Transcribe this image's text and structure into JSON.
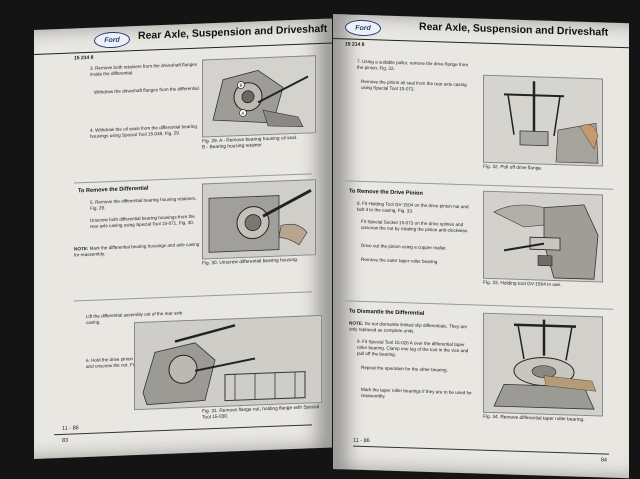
{
  "left_page": {
    "logo": "Ford",
    "header_title": "Rear Axle, Suspension and Driveshaft",
    "code": "15 214 8",
    "steps": [
      "3. Remove both retainers from the driveshaft flanges inside the differential.",
      "Withdraw the driveshaft flanges from the differential.",
      "4. Withdraw the oil seals from the differential bearing housings using Special Tool 15-048, Fig. 29."
    ],
    "fig29_labels": {
      "a": "A",
      "b": "B"
    },
    "fig29_caption": "Fig. 29.   A - Remove bearing housing oil seal.\n               B - Bearing housing retainer",
    "section_differential": "To Remove the Differential",
    "steps_differential": [
      "5. Remove the differential bearing housing retainers, Fig. 29.",
      "Unscrew both differential bearing housings from the rear axle casing using Special Tool 15-071, Fig. 30."
    ],
    "note_label": "NOTE:",
    "note_text": "Mark the differential bearing housings and axle casing for reassembly.",
    "fig30_caption": "Fig. 30.   Unscrew differential bearing housing.",
    "step_lift": "Lift the differential assembly out of the rear axle casing.",
    "step_6": "6. Hold the drive pinion flange with Special Tool 15-030 and unscrew the nut, Fig. 31.",
    "fig31_caption": "Fig. 31.   Remove flange nut, holding flange with Special Tool 15-030.",
    "page_code": "11 - 86",
    "page_number": "83"
  },
  "right_page": {
    "logo": "Ford",
    "header_title": "Rear Axle, Suspension and Driveshaft",
    "code": "15 214 8",
    "steps_top": [
      "7. Using a suitable puller, remove the drive flange from the pinion, Fig. 32.",
      "Remove the pinion oil seal from the rear axle casing using Special Tool 15-072."
    ],
    "fig32_caption": "Fig. 32.   Pull off drive flange.",
    "section_pinion": "To Remove the Drive Pinion",
    "steps_pinion": [
      "8. Fit Holding Tool GV-1504 on the drive pinion nut and bolt it to the casing, Fig. 33.",
      "Fit Special Socket 15-073 on the drive splines and unscrew the nut by rotating the pinion anti-clockwise.",
      "Drive out the pinion using a copper mallet.",
      "Remove the outer taper roller bearing."
    ],
    "fig33_caption": "Fig. 33.   Holding tool GV-1504 in use.",
    "section_dismantle": "To Dismantle the Differential",
    "note_label": "NOTE:",
    "note_text": "Do not dismantle limited slip differentials. They are only replaced as complete units.",
    "steps_dismantle": [
      "9. Fit Special Tool 15-026 A over the differential taper roller bearing. Clamp one leg of the tool in the vice and pull off the bearing.",
      "Repeat the operation for the other bearing.",
      "Mark the taper roller bearings if they are to be used for reassembly."
    ],
    "fig34_caption": "Fig. 34.   Remove differential taper roller bearing.",
    "page_code": "11 - 86",
    "page_number": "84"
  }
}
